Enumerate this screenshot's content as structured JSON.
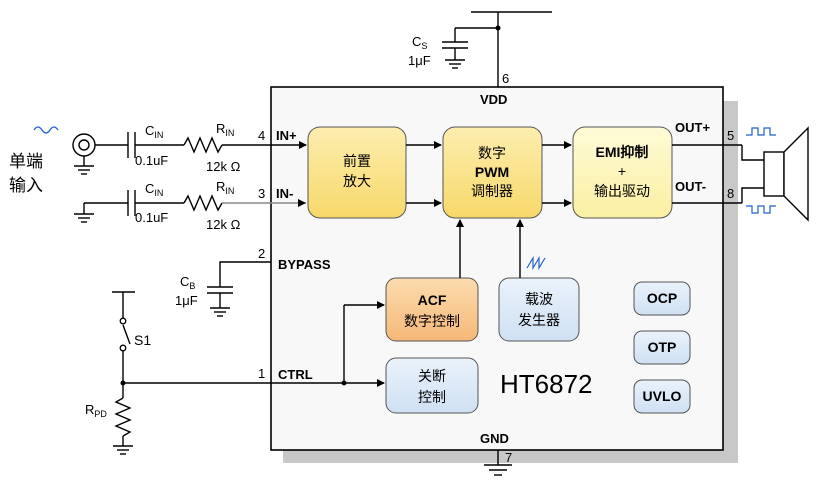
{
  "chip": {
    "name": "HT6872",
    "vdd": "VDD",
    "gnd": "GND"
  },
  "pins": {
    "p6": "6",
    "p4": "4",
    "p3": "3",
    "p2": "2",
    "p1": "1",
    "p5": "5",
    "p8": "8",
    "p7": "7"
  },
  "pin_labels": {
    "in_plus": "IN+",
    "in_minus": "IN-",
    "bypass": "BYPASS",
    "ctrl": "CTRL",
    "out_plus": "OUT+",
    "out_minus": "OUT-"
  },
  "blocks": {
    "preamp": {
      "l1": "前置",
      "l2": "放大"
    },
    "pwm": {
      "l1": "数字",
      "l2": "PWM",
      "l3": "调制器"
    },
    "emi": {
      "l1": "EMI抑制",
      "l2": "+",
      "l3": "输出驱动"
    },
    "acf": {
      "l1": "ACF",
      "l2": "数字控制"
    },
    "carrier": {
      "l1": "载波",
      "l2": "发生器"
    },
    "shutdown": {
      "l1": "关断",
      "l2": "控制"
    },
    "ocp": "OCP",
    "otp": "OTP",
    "uvlo": "UVLO"
  },
  "components": {
    "cs_main": "C",
    "cs_sub": "S",
    "cs_val": "1μF",
    "cin1_main": "C",
    "cin1_sub": "IN",
    "cin1_val": "0.1uF",
    "rin1_main": "R",
    "rin1_sub": "IN",
    "rin1_val": "12k Ω",
    "cin2_main": "C",
    "cin2_sub": "IN",
    "cin2_val": "0.1uF",
    "rin2_main": "R",
    "rin2_sub": "IN",
    "rin2_val": "12k Ω",
    "cb_main": "C",
    "cb_sub": "B",
    "cb_val": "1μF",
    "s1": "S1",
    "rpd_main": "R",
    "rpd_sub": "PD"
  },
  "input_label": {
    "l1": "单端",
    "l2": "输入"
  },
  "colors": {
    "chip_fill": "#f8f8f8",
    "shadow": "#c8c8c8",
    "yellow_block": "#fbe38a",
    "lightyellow_block": "#fdf3b0",
    "orange_block": "#f9c98a",
    "blue_block": "#dbe8f6",
    "signal_blue": "#1f5fd0"
  }
}
